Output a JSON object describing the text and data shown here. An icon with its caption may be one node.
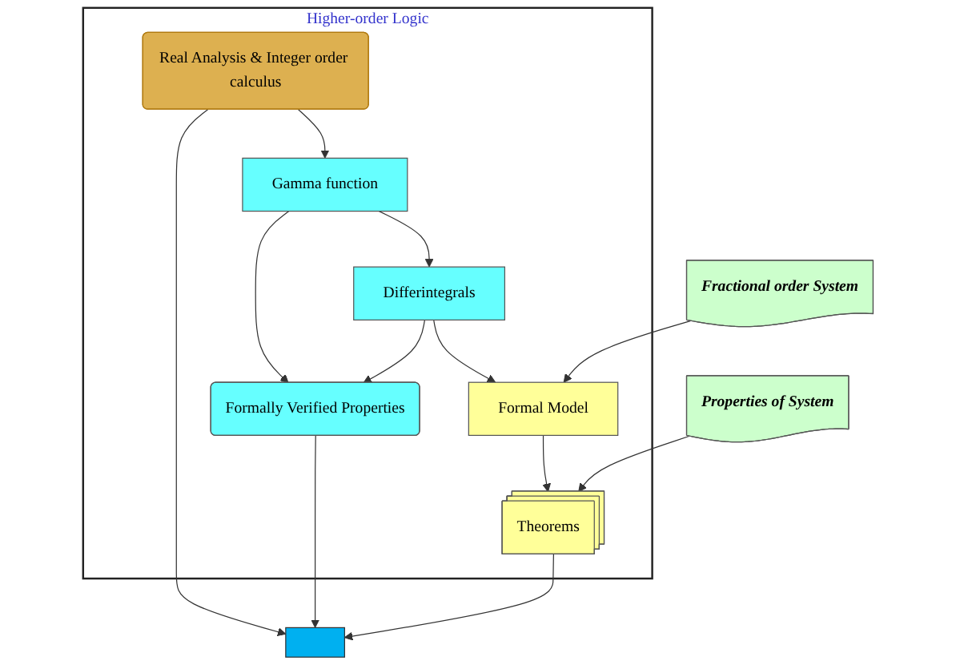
{
  "diagram": {
    "nodes": [
      {
        "text": [
          "Fractional order System"
        ]
      },
      {
        "text": [
          "Properties of System"
        ]
      },
      {
        "text": [
          "Higher-order Logic"
        ]
      },
      {
        "text": [
          "Real Analysis & Integer order calculus"
        ],
        "in": 2
      },
      {
        "text": [
          "Gamma function"
        ],
        "in": 2
      },
      {
        "text": [
          "Differintegrals"
        ],
        "in": 2
      },
      {
        "text": [
          "Formal Model"
        ],
        "in": 2
      },
      {
        "text": [
          "Formally Verified Properties"
        ],
        "in": 2
      },
      {
        "text": [
          "Theorems"
        ],
        "in": 2
      },
      {
        "text": [],
        "shape": "bar"
      }
    ],
    "edges": [
      {
        "from": 3,
        "to": 4,
        "arrow": "to"
      },
      {
        "from": 4,
        "to": 5,
        "arrow": "to"
      },
      {
        "from": 5,
        "to": 6,
        "arrow": "to"
      },
      {
        "from": 0,
        "to": 6,
        "arrow": "to"
      },
      {
        "from": 4,
        "to": 7,
        "arrow": "to"
      },
      {
        "from": 5,
        "to": 7,
        "arrow": "to"
      },
      {
        "from": 6,
        "to": 8,
        "arrow": "to"
      },
      {
        "from": 1,
        "to": 8,
        "arrow": "to"
      },
      {
        "from": 3,
        "to": 9,
        "arrow": "to"
      },
      {
        "from": 7,
        "to": 9,
        "arrow": "to"
      },
      {
        "from": 8,
        "to": 9,
        "arrow": "to"
      }
    ]
  }
}
